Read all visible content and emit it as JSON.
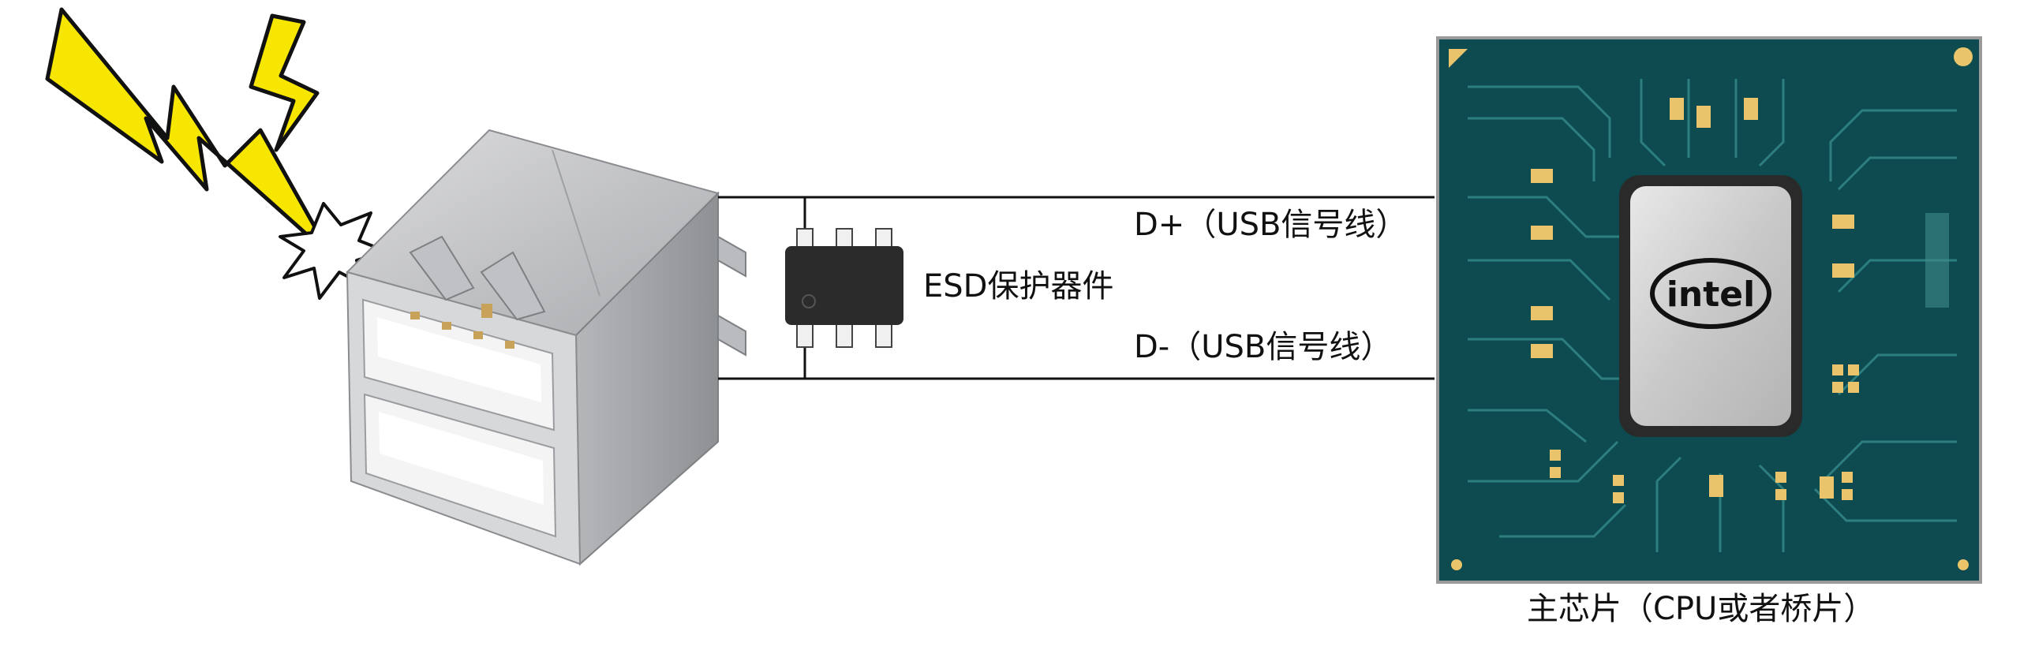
{
  "labels": {
    "d_plus": "D+（USB信号线）",
    "d_minus": "D-（USB信号线）",
    "esd": "ESD保护器件",
    "chip": "主芯片（CPU或者桥片）"
  },
  "chip_logo": "intel",
  "colors": {
    "lightning": "#f7e600",
    "pcb": "#0e4b50",
    "trace": "#2d7f7f",
    "gold": "#e9c46a",
    "metal": "#c9cacc",
    "esd_body": "#2b2b2b",
    "wire": "#111111"
  },
  "icons": [
    "lightning-bolt-icon",
    "spark-burst-icon",
    "usb-connector-icon",
    "esd-chip-icon",
    "processor-chip-icon"
  ]
}
